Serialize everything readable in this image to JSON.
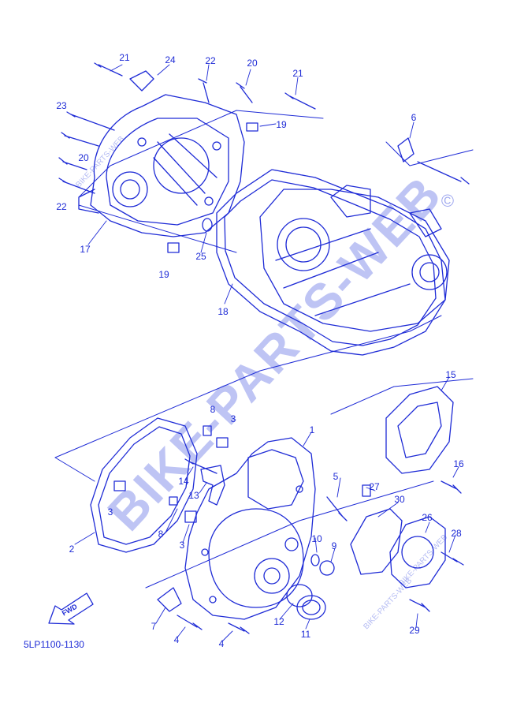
{
  "diagram_code": "5LP1100-1130",
  "fwd_label": "FWD",
  "watermark": "BIKE-PARTS-WEB",
  "watermark_mark": "©",
  "watermark_small": "BIKE-PARTS-WEB",
  "colors": {
    "ink": "#1e2bd6",
    "watermark": "#3c4bdc"
  },
  "part_labels": [
    {
      "id": "l-21a",
      "text": "21"
    },
    {
      "id": "l-24",
      "text": "24"
    },
    {
      "id": "l-22a",
      "text": "22"
    },
    {
      "id": "l-20a",
      "text": "20"
    },
    {
      "id": "l-21b",
      "text": "21"
    },
    {
      "id": "l-23",
      "text": "23"
    },
    {
      "id": "l-19a",
      "text": "19"
    },
    {
      "id": "l-20b",
      "text": "20"
    },
    {
      "id": "l-22b",
      "text": "22"
    },
    {
      "id": "l-17",
      "text": "17"
    },
    {
      "id": "l-25",
      "text": "25"
    },
    {
      "id": "l-19b",
      "text": "19"
    },
    {
      "id": "l-6",
      "text": "6"
    },
    {
      "id": "l-18",
      "text": "18"
    },
    {
      "id": "l-15",
      "text": "15"
    },
    {
      "id": "l-8a",
      "text": "8"
    },
    {
      "id": "l-3a",
      "text": "3"
    },
    {
      "id": "l-1",
      "text": "1"
    },
    {
      "id": "l-14",
      "text": "14"
    },
    {
      "id": "l-16",
      "text": "16"
    },
    {
      "id": "l-3b",
      "text": "3"
    },
    {
      "id": "l-13",
      "text": "13"
    },
    {
      "id": "l-5",
      "text": "5"
    },
    {
      "id": "l-27",
      "text": "27"
    },
    {
      "id": "l-30",
      "text": "30"
    },
    {
      "id": "l-26",
      "text": "26"
    },
    {
      "id": "l-8b",
      "text": "8"
    },
    {
      "id": "l-2",
      "text": "2"
    },
    {
      "id": "l-3c",
      "text": "3"
    },
    {
      "id": "l-10",
      "text": "10"
    },
    {
      "id": "l-9",
      "text": "9"
    },
    {
      "id": "l-28",
      "text": "28"
    },
    {
      "id": "l-7",
      "text": "7"
    },
    {
      "id": "l-4a",
      "text": "4"
    },
    {
      "id": "l-12",
      "text": "12"
    },
    {
      "id": "l-11",
      "text": "11"
    },
    {
      "id": "l-4b",
      "text": "4"
    },
    {
      "id": "l-29",
      "text": "29"
    }
  ]
}
